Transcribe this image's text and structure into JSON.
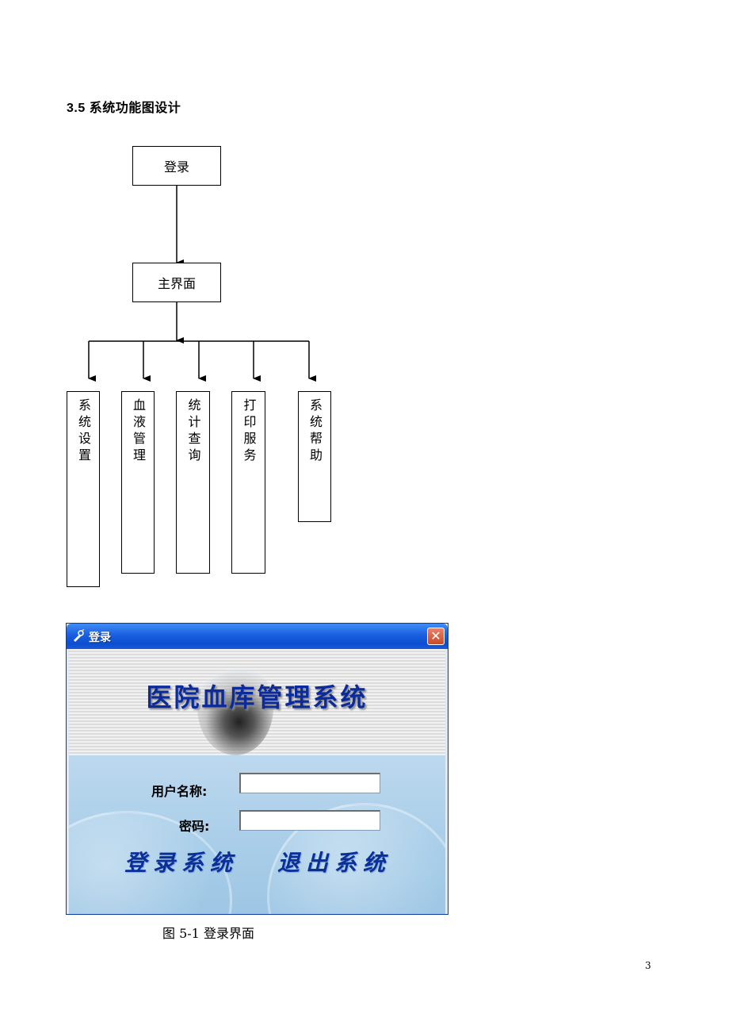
{
  "section": {
    "title": "3.5 系统功能图设计"
  },
  "diagram": {
    "root": "登录",
    "main": "主界面",
    "modules": [
      "系统设置",
      "血液管理",
      "统计查询",
      "打印服务",
      "系统帮助"
    ]
  },
  "login_window": {
    "title": "登录",
    "close_symbol": "✕",
    "app_title": "医院血库管理系统",
    "username_label": "用户名称:",
    "username_value": "",
    "password_label": "密码:",
    "password_value": "",
    "login_button": "登录系统",
    "exit_button": "退出系统"
  },
  "caption": "图 5-1 登录界面",
  "page_number": "3"
}
